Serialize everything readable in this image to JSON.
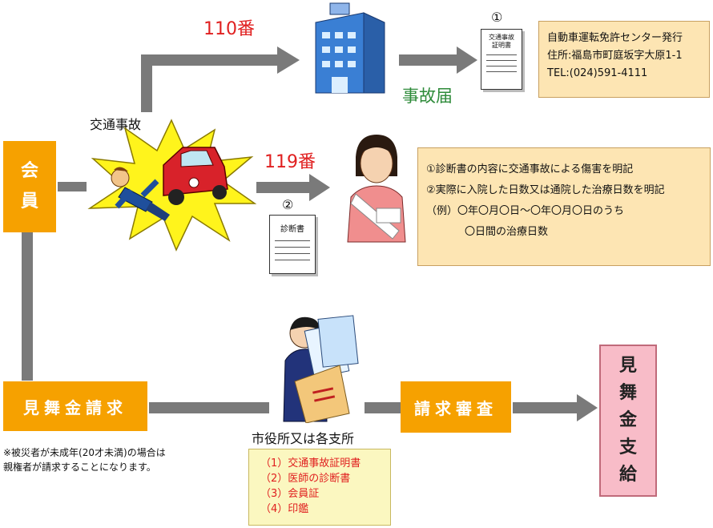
{
  "diagram": {
    "member_label": "会\n員",
    "accident_label": "交通事故",
    "call_110": "110番",
    "call_119": "119番",
    "accident_report_label": "事故届",
    "circled_1": "①",
    "circled_2": "②",
    "certificate_doc_text": "交通事故\n証明書",
    "diagnosis_doc_text": "診断書",
    "license_center": {
      "line1": "自動車運転免許センター発行",
      "line2": "住所:福島市町庭坂字大原1-1",
      "line3": "TEL:(024)591-4111"
    },
    "hospital_note": {
      "line1": "①診断書の内容に交通事故による傷害を明記",
      "line2": "②実際に入院した日数又は通院した治療日数を明記",
      "line3": "（例）〇年〇月〇日～〇年〇月〇日のうち",
      "line4": "〇日間の治療日数"
    },
    "claim_label": "見舞金請求",
    "minor_note_line1": "※被災者が未成年(20才未満)の場合は",
    "minor_note_line2": "親権者が請求することになります。",
    "city_office_label": "市役所又は各支所",
    "required_docs": [
      "（1）交通事故証明書",
      "（2）医師の診断書",
      "（3）会員証",
      "（4）印鑑"
    ],
    "review_label": "請求審査",
    "payment_label": "見\n舞\n金\n支\n給"
  },
  "colors": {
    "orange": "#f6a100",
    "note_fill": "#fde5b3",
    "connector_gray": "#7a7a7a",
    "red_text": "#e02020",
    "green_text": "#2e8b3a",
    "payment_pink": "#f8bcc8",
    "docs_fill": "#fbf7c0"
  }
}
